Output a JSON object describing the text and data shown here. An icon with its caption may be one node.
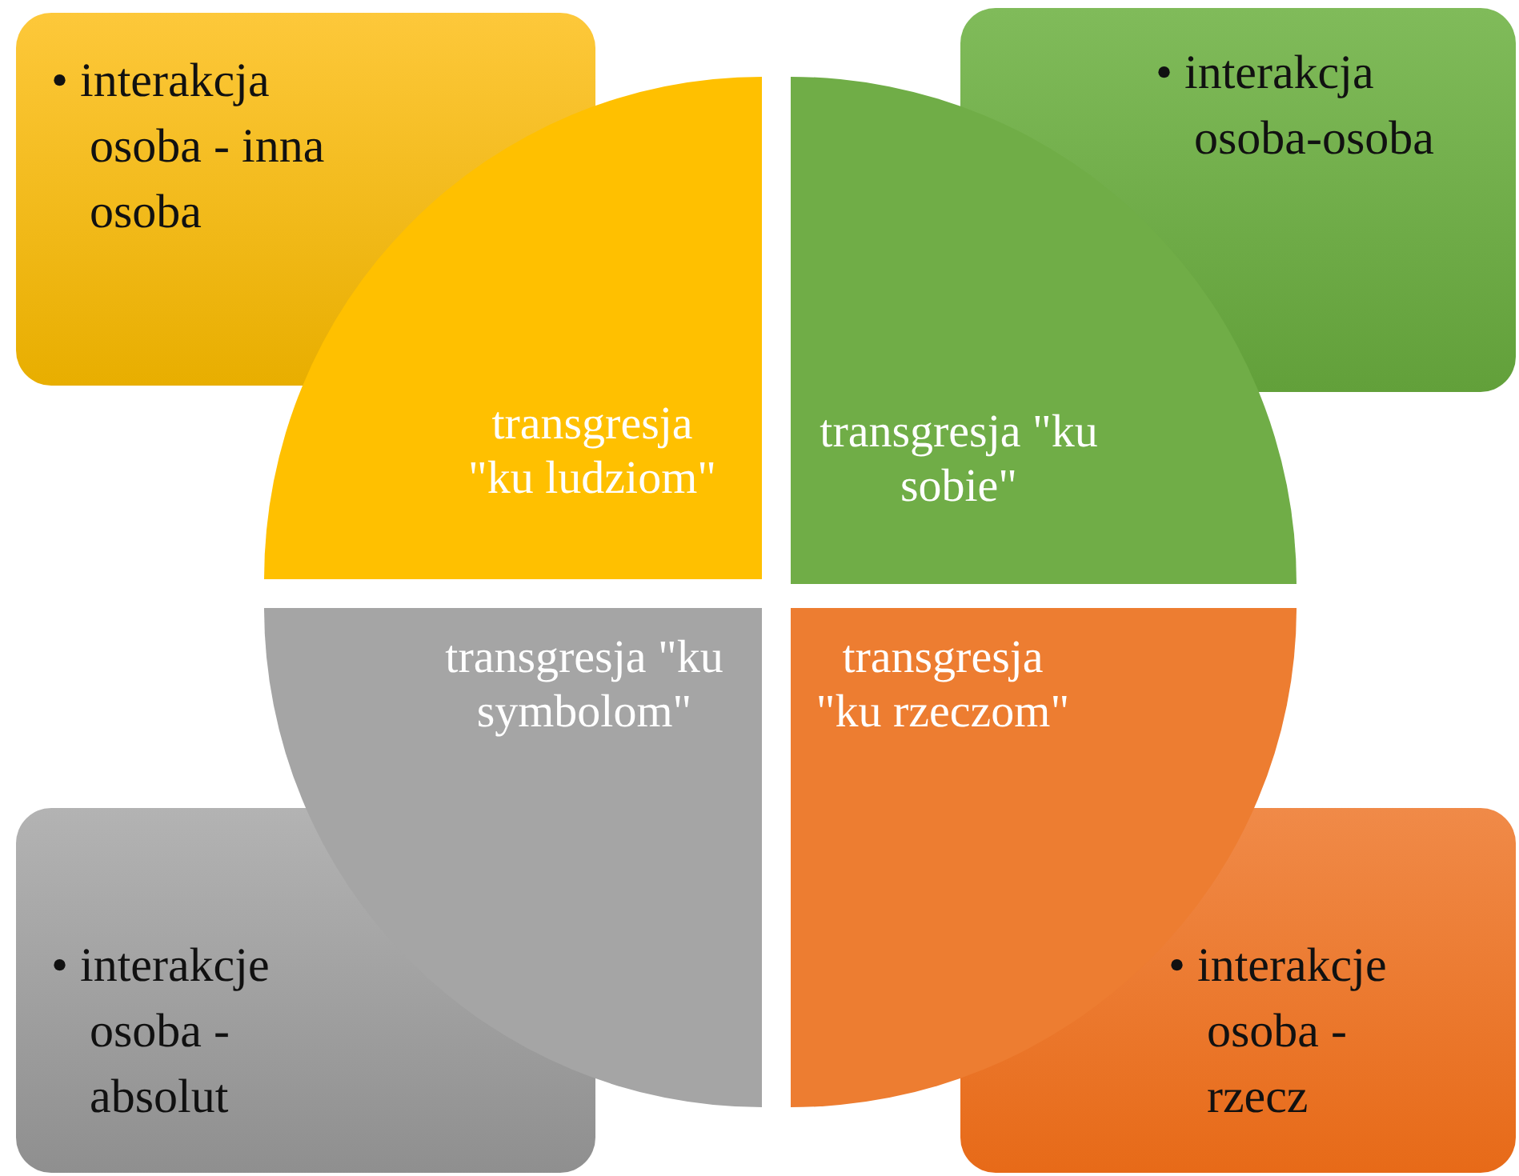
{
  "diagram": {
    "nodes": [
      {
        "text": [
          "• interakcja osoba - inna osoba"
        ]
      },
      {
        "text": [
          "• interakcja osoba-osoba"
        ]
      },
      {
        "text": [
          "transgresja \"ku ludziom\""
        ]
      },
      {
        "text": [
          "transgresja \"ku sobie\""
        ]
      },
      {
        "text": [
          "transgresja \"ku symbolom\""
        ]
      },
      {
        "text": [
          "transgresja \"ku rzeczom\""
        ]
      },
      {
        "text": [
          "• interakcje osoba - absolut"
        ]
      },
      {
        "text": [
          "• interakcje osoba - rzecz"
        ]
      }
    ]
  }
}
